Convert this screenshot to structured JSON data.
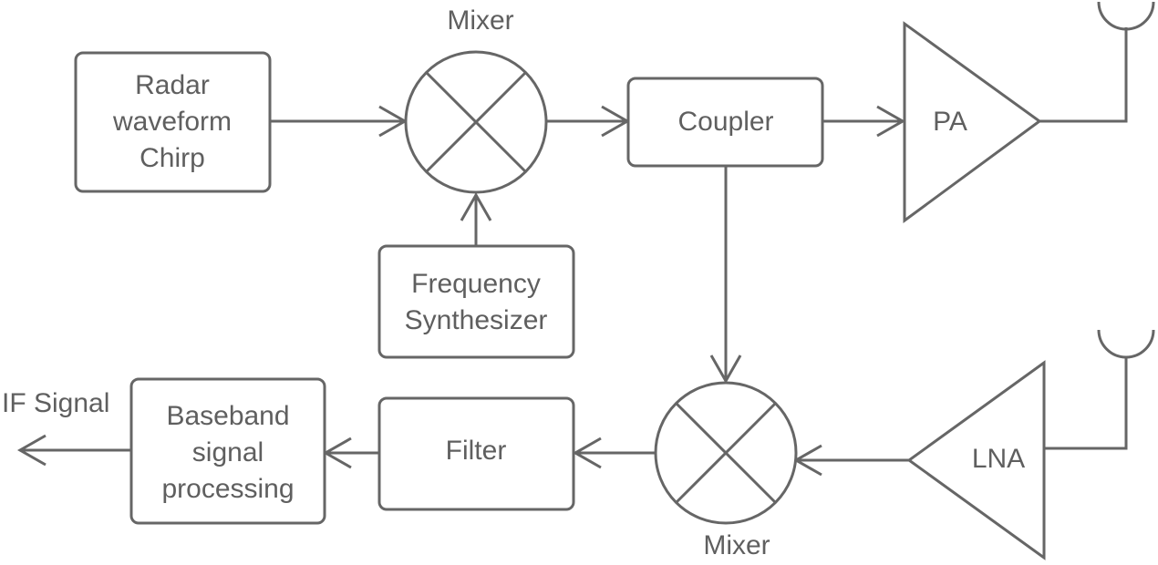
{
  "blocks": {
    "radar_waveform": {
      "lines": [
        "Radar",
        "waveform",
        "Chirp"
      ]
    },
    "mixer_tx": {
      "label": "Mixer"
    },
    "coupler": {
      "label": "Coupler"
    },
    "pa": {
      "label": "PA"
    },
    "freq_synth": {
      "lines": [
        "Frequency",
        "Synthesizer"
      ]
    },
    "mixer_rx": {
      "label": "Mixer"
    },
    "lna": {
      "label": "LNA"
    },
    "filter": {
      "label": "Filter"
    },
    "baseband": {
      "lines": [
        "Baseband",
        "signal",
        "processing"
      ]
    },
    "if_signal": {
      "label": "IF Signal"
    }
  },
  "colors": {
    "stroke": "#666666",
    "text": "#5f5f5f",
    "background": "#ffffff"
  },
  "icons": [
    "antenna-icon",
    "mixer-icon",
    "amplifier-icon",
    "arrow-icon"
  ]
}
